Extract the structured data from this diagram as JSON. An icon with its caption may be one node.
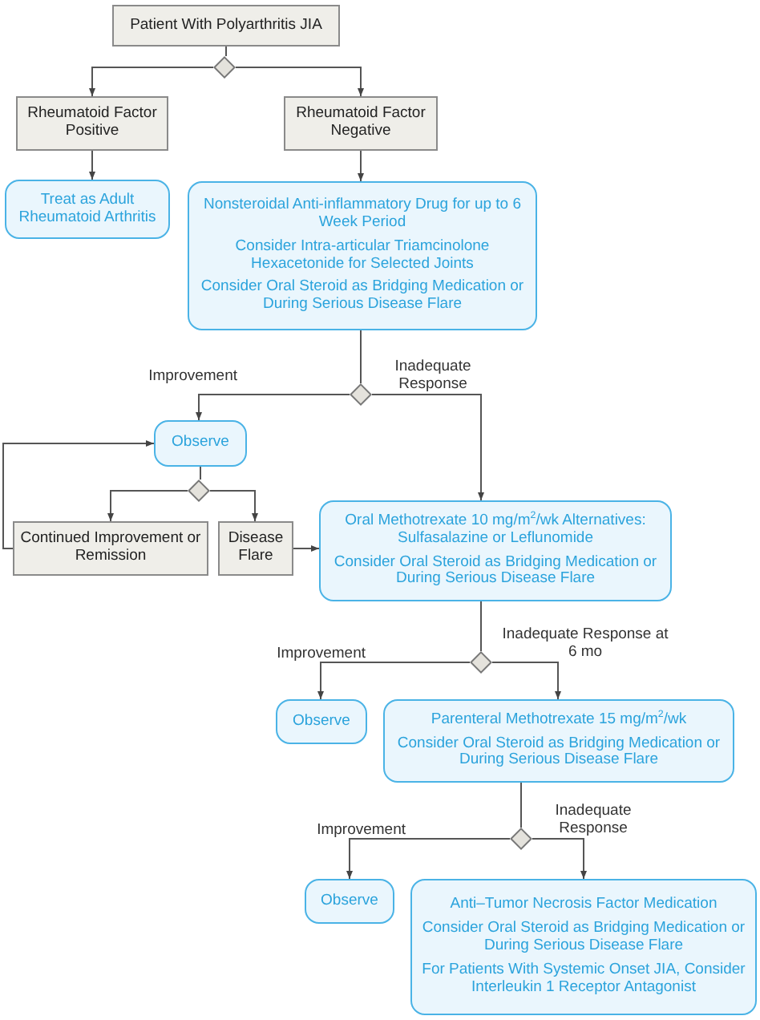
{
  "diagram": {
    "nodes": [
      {
        "text": [
          "Patient With Polyarthritis JIA"
        ]
      },
      {
        "text": [],
        "shape": "diamond"
      },
      {
        "text": [
          "Rheumatoid Factor Positive"
        ]
      },
      {
        "text": [
          "Rheumatoid Factor Negative"
        ]
      },
      {
        "text": [
          "Treat as Adult Rheumatoid Arthritis"
        ]
      },
      {
        "text": [
          "Nonsteroidal Anti-inflammatory Drug for up to 6 Week Period",
          "Consider Intra-articular Triamcinolone Hexacetonide for Selected Joints",
          "Consider Oral Steroid as Bridging Medication or During Serious Disease Flare"
        ]
      },
      {
        "text": [],
        "shape": "diamond"
      },
      {
        "text": [
          "Observe"
        ]
      },
      {
        "text": [],
        "shape": "diamond"
      },
      {
        "text": [
          "Continued Improvement or Remission"
        ]
      },
      {
        "text": [
          "Disease Flare"
        ]
      },
      {
        "text": [
          "Oral Methotrexate 10 mg/m$^{2}$/wk Alternatives: Sulfasalazine or Leflunomide",
          "Consider Oral Steroid as Bridging Medication or During Serious Disease Flare"
        ]
      },
      {
        "text": [],
        "shape": "diamond"
      },
      {
        "text": [
          "Observe"
        ]
      },
      {
        "text": [
          "Parenteral Methotrexate 15 mg/m$^{2}$/wk",
          "Consider Oral Steroid as Bridging Medication or During Serious Disease Flare"
        ]
      },
      {
        "text": [],
        "shape": "diamond"
      },
      {
        "text": [
          "Observe"
        ]
      },
      {
        "text": [
          "Anti–Tumor Necrosis Factor Medication",
          "Consider Oral Steroid as Bridging Medication or During Serious Disease Flare",
          "For Patients With Systemic Onset JIA, Consider Interleukin 1 Receptor Antagonist"
        ]
      }
    ],
    "edges": [
      {
        "from": 0,
        "to": 1,
        "arrow": "none"
      },
      {
        "from": 1,
        "to": 2,
        "arrow": "to"
      },
      {
        "from": 1,
        "to": 3,
        "arrow": "to"
      },
      {
        "from": 2,
        "to": 4,
        "arrow": "to"
      },
      {
        "from": 3,
        "to": 5,
        "arrow": "to"
      },
      {
        "from": 5,
        "to": 6,
        "arrow": "none"
      },
      {
        "from": 6,
        "to": 7,
        "arrow": "to",
        "label": "Improvement"
      },
      {
        "from": 6,
        "to": 11,
        "arrow": "to",
        "label": "Inadequate Response"
      },
      {
        "from": 7,
        "to": 8,
        "arrow": "none"
      },
      {
        "from": 8,
        "to": 9,
        "arrow": "to"
      },
      {
        "from": 8,
        "to": 10,
        "arrow": "to"
      },
      {
        "from": 9,
        "to": 7,
        "arrow": "to"
      },
      {
        "from": 10,
        "to": 11,
        "arrow": "to"
      },
      {
        "from": 11,
        "to": 12,
        "arrow": "none"
      },
      {
        "from": 12,
        "to": 13,
        "arrow": "to",
        "label": "Improvement"
      },
      {
        "from": 12,
        "to": 14,
        "arrow": "to",
        "label": "Inadequate Response at 6 mo"
      },
      {
        "from": 14,
        "to": 15,
        "arrow": "none"
      },
      {
        "from": 15,
        "to": 16,
        "arrow": "to",
        "label": "Improvement"
      },
      {
        "from": 15,
        "to": 17,
        "arrow": "to",
        "label": "Inadequate Response"
      }
    ]
  }
}
